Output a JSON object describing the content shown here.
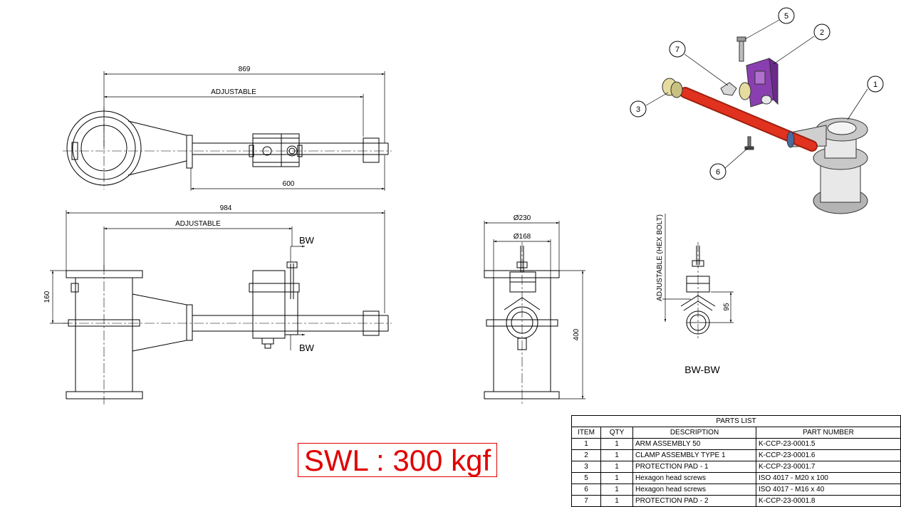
{
  "dimensions": {
    "top_overall": "869",
    "top_adjustable": "ADJUSTABLE",
    "top_tube": "600",
    "front_overall": "984",
    "front_adjustable": "ADJUSTABLE",
    "front_height": "160",
    "side_outer_dia": "Ø230",
    "side_inner_dia": "Ø168",
    "side_height": "400",
    "detail_adjustable": "ADJUSTABLE (HEX BOLT)",
    "detail_height": "95"
  },
  "section_marks": {
    "upper": "BW",
    "lower": "BW"
  },
  "section_title": "BW-BW",
  "balloons": [
    "5",
    "2",
    "7",
    "1",
    "3",
    "6"
  ],
  "swl": "SWL : 300 kgf",
  "parts_list": {
    "caption": "PARTS LIST",
    "headers": [
      "ITEM",
      "QTY",
      "DESCRIPTION",
      "PART NUMBER"
    ],
    "rows": [
      {
        "item": "1",
        "qty": "1",
        "description": "ARM ASSEMBLY 50",
        "part_number": "K-CCP-23-0001.5"
      },
      {
        "item": "2",
        "qty": "1",
        "description": "CLAMP ASSEMBLY TYPE 1",
        "part_number": "K-CCP-23-0001.6"
      },
      {
        "item": "3",
        "qty": "1",
        "description": "PROTECTION PAD - 1",
        "part_number": "K-CCP-23-0001.7"
      },
      {
        "item": "5",
        "qty": "1",
        "description": "Hexagon head screws",
        "part_number": "ISO 4017 - M20 x 100"
      },
      {
        "item": "6",
        "qty": "1",
        "description": "Hexagon head screws",
        "part_number": "ISO 4017 - M16 x 40"
      },
      {
        "item": "7",
        "qty": "1",
        "description": "PROTECTION PAD - 2",
        "part_number": "K-CCP-23-0001.8"
      }
    ]
  },
  "colors": {
    "line": "#000000",
    "swl_red": "#e00000",
    "arm_red": "#e0321e",
    "clamp_purple": "#8a3fb0",
    "pad_cream": "#e6dca0",
    "steel_grey": "#c8c8c8"
  }
}
